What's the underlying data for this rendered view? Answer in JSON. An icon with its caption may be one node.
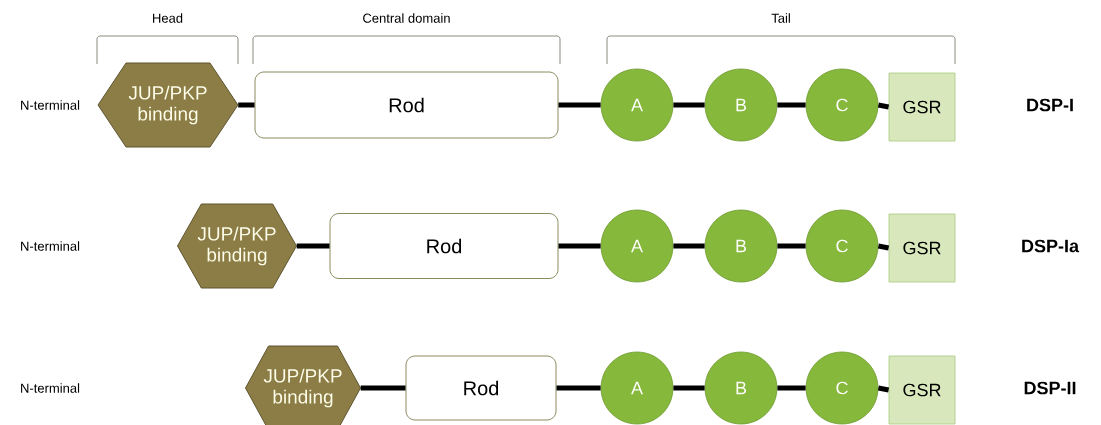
{
  "diagram": {
    "nodes": [
      {
        "text": [
          "JUP/PKP binding"
        ]
      },
      {
        "text": [
          "Rod"
        ]
      },
      {
        "text": [
          "A"
        ]
      },
      {
        "text": [
          "B"
        ]
      },
      {
        "text": [
          "C"
        ]
      },
      {
        "text": [
          "GSR"
        ]
      },
      {
        "text": [
          "JUP/PKP binding"
        ]
      },
      {
        "text": [
          "Rod"
        ]
      },
      {
        "text": [
          "A"
        ]
      },
      {
        "text": [
          "B"
        ]
      },
      {
        "text": [
          "C"
        ]
      },
      {
        "text": [
          "GSR"
        ]
      },
      {
        "text": [
          "JUP/PKP binding"
        ]
      },
      {
        "text": [
          "Rod"
        ]
      },
      {
        "text": [
          "A"
        ]
      },
      {
        "text": [
          "B"
        ]
      },
      {
        "text": [
          "C"
        ]
      },
      {
        "text": [
          "GSR"
        ]
      }
    ],
    "edges": [
      {
        "from": 0,
        "to": 1,
        "arrow": "none"
      },
      {
        "from": 1,
        "to": 2,
        "arrow": "none"
      },
      {
        "from": 2,
        "to": 3,
        "arrow": "none"
      },
      {
        "from": 3,
        "to": 4,
        "arrow": "none"
      },
      {
        "from": 4,
        "to": 5,
        "arrow": "none"
      },
      {
        "from": 6,
        "to": 7,
        "arrow": "none"
      },
      {
        "from": 7,
        "to": 8,
        "arrow": "none"
      },
      {
        "from": 8,
        "to": 9,
        "arrow": "none"
      },
      {
        "from": 9,
        "to": 10,
        "arrow": "none"
      },
      {
        "from": 10,
        "to": 11,
        "arrow": "none"
      },
      {
        "from": 12,
        "to": 13,
        "arrow": "none"
      },
      {
        "from": 13,
        "to": 14,
        "arrow": "none"
      },
      {
        "from": 14,
        "to": 15,
        "arrow": "none"
      },
      {
        "from": 15,
        "to": 16,
        "arrow": "none"
      },
      {
        "from": 16,
        "to": 17,
        "arrow": "none"
      }
    ],
    "labels": [
      "Head",
      "Central domain",
      "Tail",
      "N-terminal",
      "DSP-I",
      "N-terminal",
      "DSP-Ia",
      "N-terminal",
      "DSP-II"
    ]
  }
}
